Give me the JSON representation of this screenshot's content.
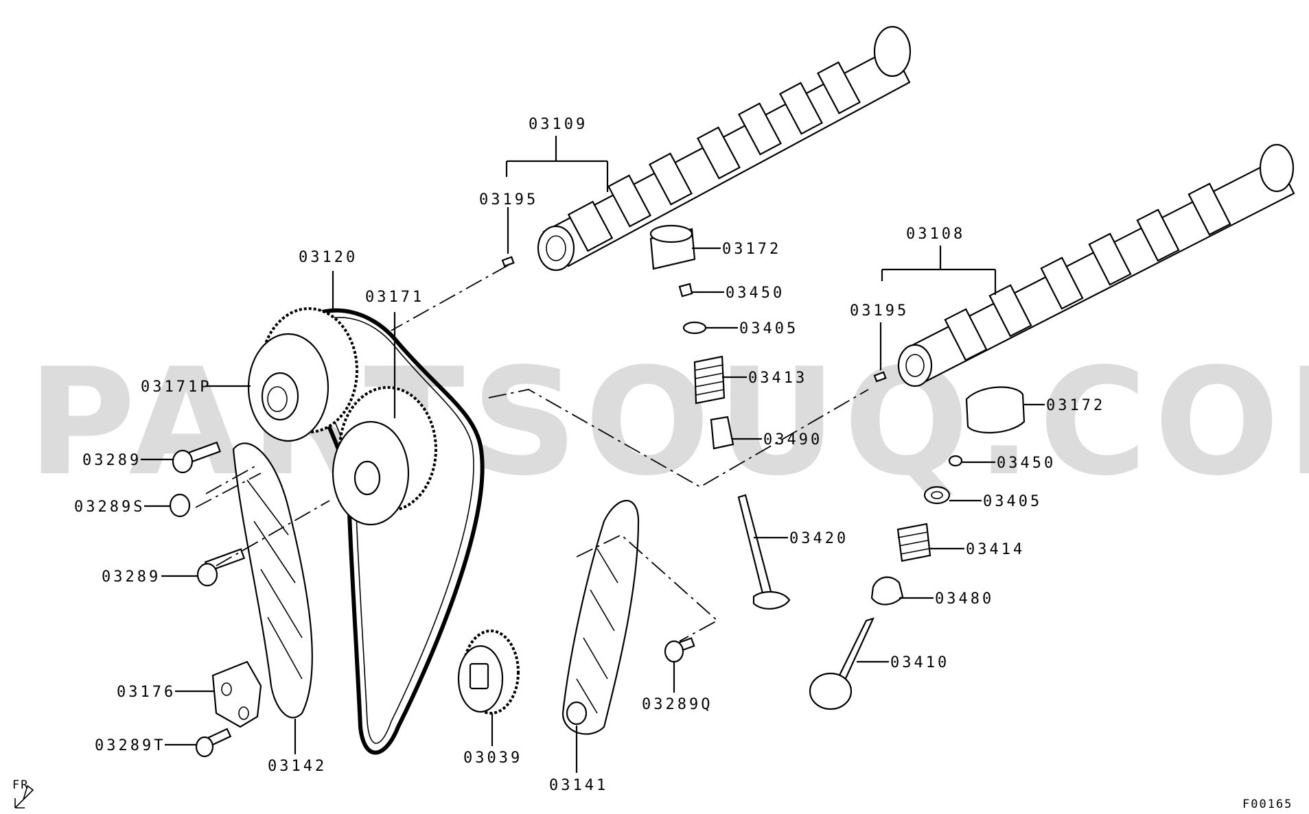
{
  "watermark": "PARTSOUQ.COM",
  "labels": {
    "p03109": "03109",
    "p03195a": "03195",
    "p03120": "03120",
    "p03171": "03171",
    "p03172a": "03172",
    "p03450a": "03450",
    "p03405a": "03405",
    "p03413": "03413",
    "p03490": "03490",
    "p03108": "03108",
    "p03195b": "03195",
    "p03172b": "03172",
    "p03450b": "03450",
    "p03405b": "03405",
    "p03414": "03414",
    "p03480": "03480",
    "p03420": "03420",
    "p03410": "03410",
    "p03171P": "03171P",
    "p03289a": "03289",
    "p03289S": "03289S",
    "p03289b": "03289",
    "p03176": "03176",
    "p03289T": "03289T",
    "p03142": "03142",
    "p03039": "03039",
    "p03141": "03141",
    "p03289Q": "03289Q"
  },
  "front_indicator": "FR",
  "figure_code": "F00165"
}
